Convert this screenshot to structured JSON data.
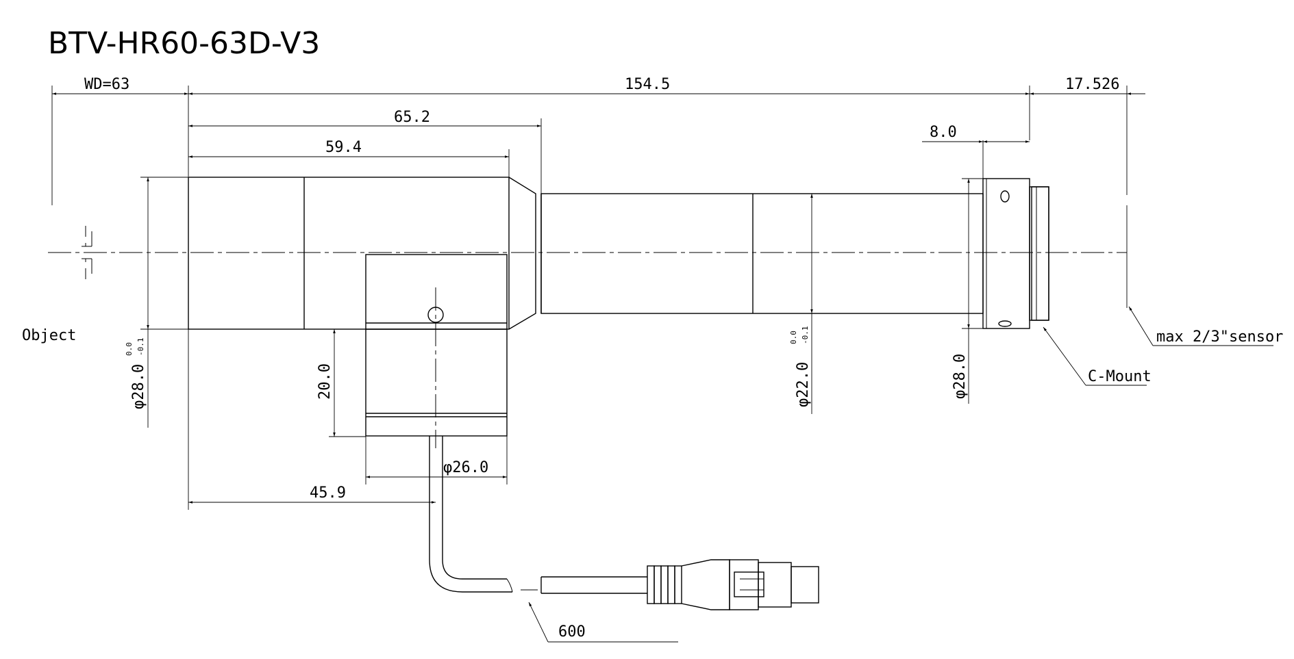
{
  "title": "BTV-HR60-63D-V3",
  "labels": {
    "object": "Object",
    "c_mount": "C-Mount",
    "sensor": "max 2/3\"sensor",
    "cable_length": "600"
  },
  "dimensions": {
    "wd": "WD=63",
    "overall_length": "154.5",
    "back_focal": "17.526",
    "length_65": "65.2",
    "length_59": "59.4",
    "length_8": "8.0",
    "length_45": "45.9",
    "height_20": "20.0",
    "dia_28_left": "φ28.0",
    "dia_22": "φ22.0",
    "dia_28_right": "φ28.0",
    "dia_26": "φ26.0",
    "tol_upper": "0.0",
    "tol_lower": "-0.1"
  }
}
